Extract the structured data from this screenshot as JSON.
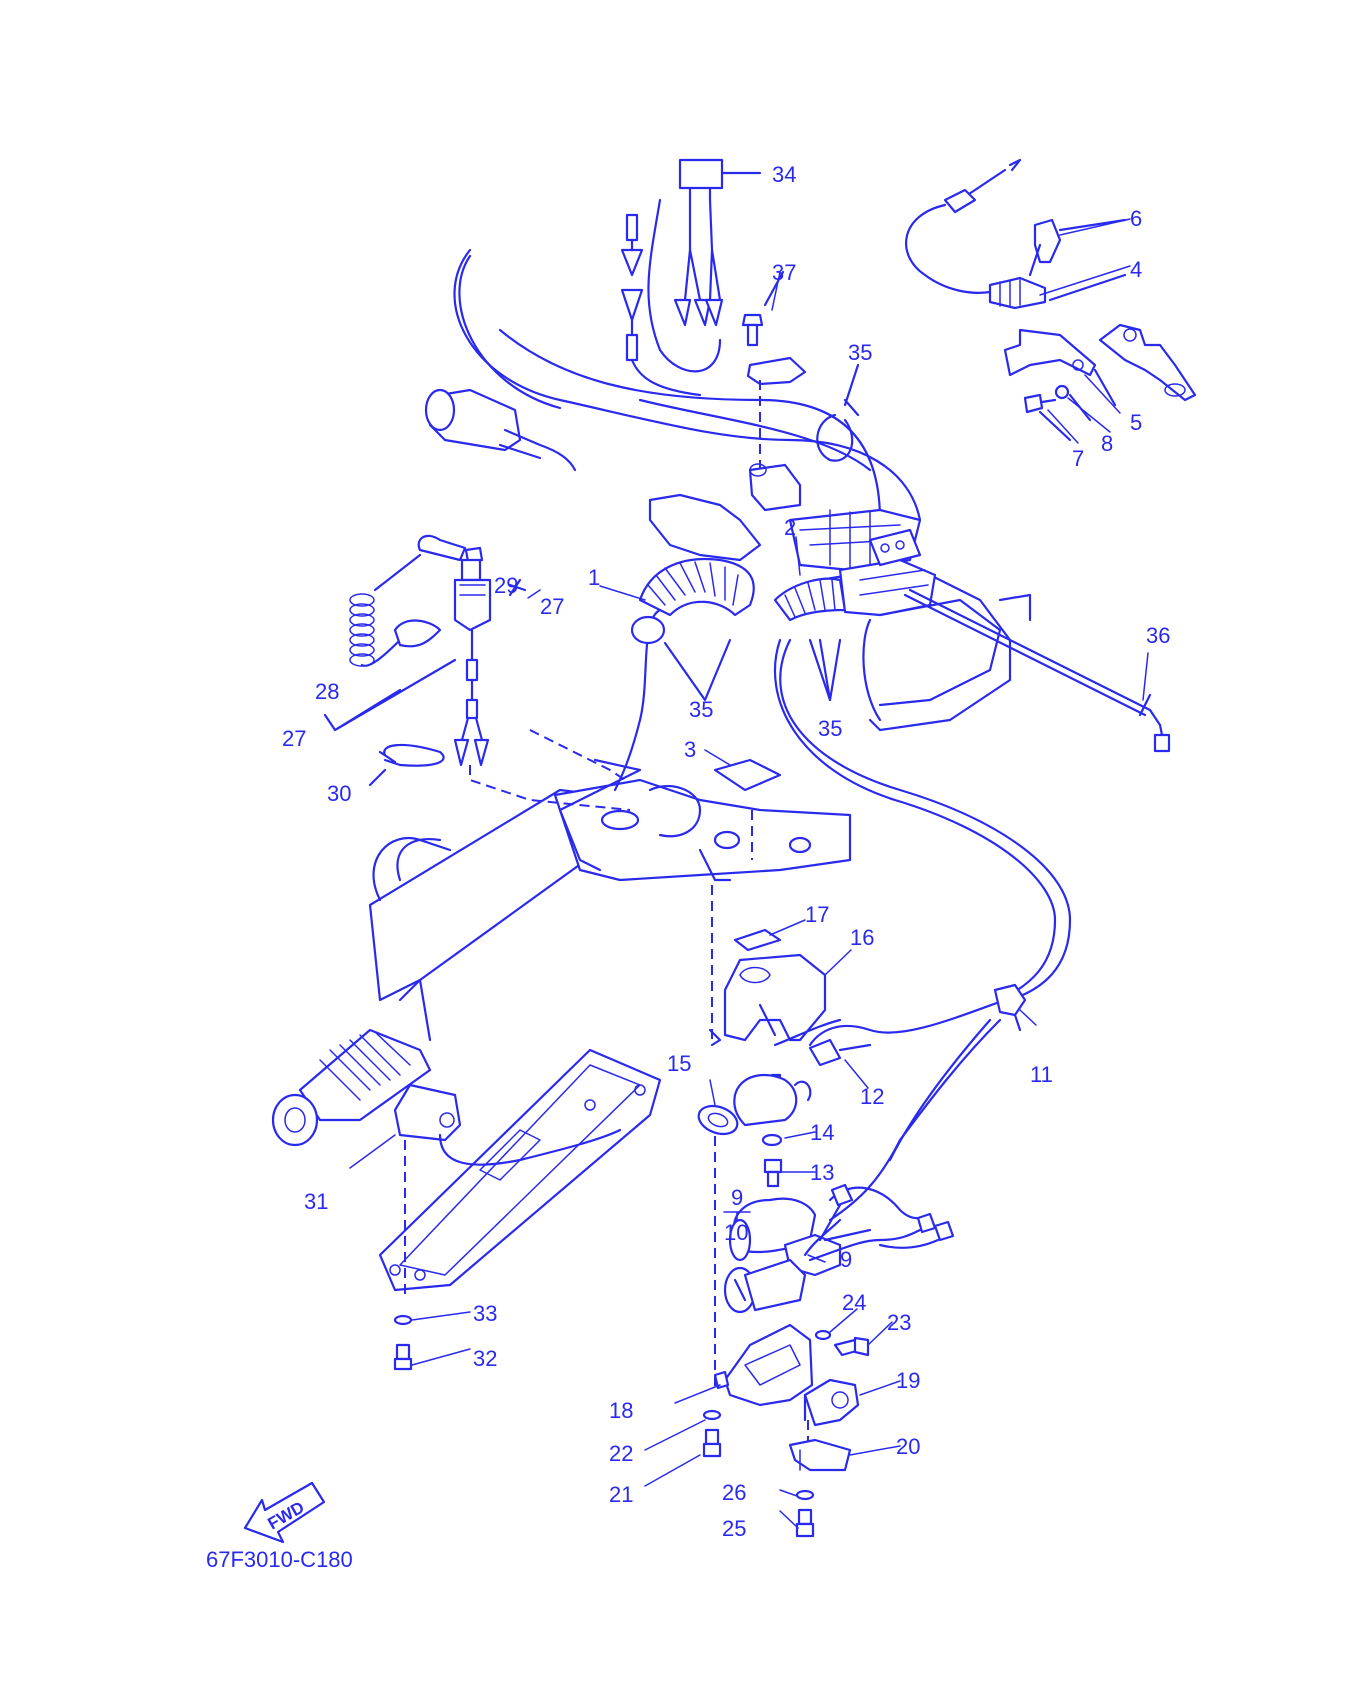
{
  "diagram": {
    "code": "67F3010-C180",
    "fwd_label": "FWD",
    "line_color": "#2a2aee",
    "callouts": [
      "1",
      "2",
      "3",
      "4",
      "5",
      "6",
      "7",
      "8",
      "9",
      "9",
      "10",
      "11",
      "12",
      "13",
      "14",
      "15",
      "16",
      "17",
      "18",
      "19",
      "20",
      "21",
      "22",
      "23",
      "24",
      "25",
      "26",
      "27",
      "27",
      "28",
      "29",
      "30",
      "31",
      "32",
      "33",
      "34",
      "35",
      "35",
      "35",
      "36",
      "37"
    ]
  }
}
